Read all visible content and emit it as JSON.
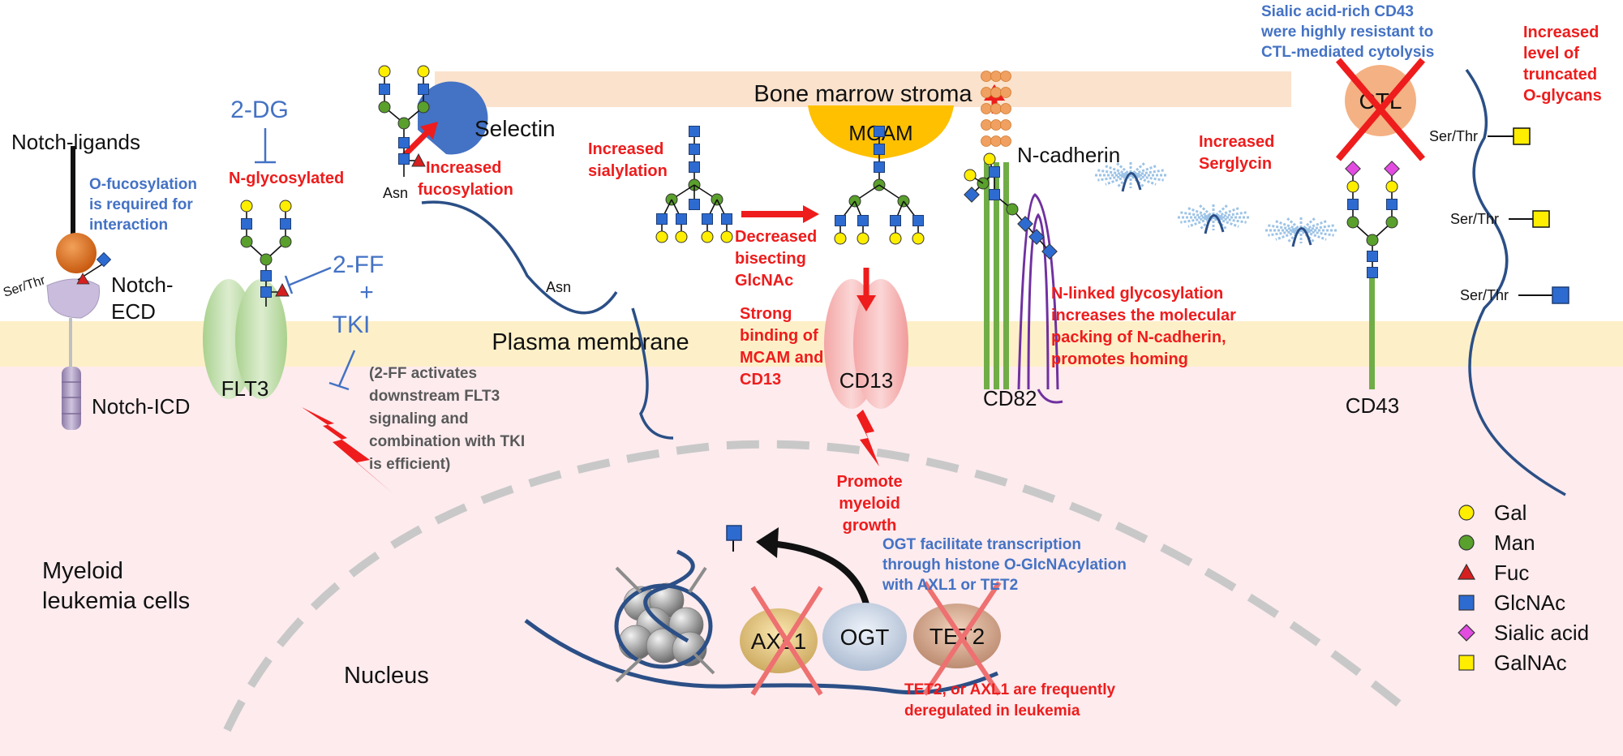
{
  "colors": {
    "gal": "#ffee00",
    "man": "#5aa02c",
    "fuc": "#d61f1f",
    "glcnac": "#2e6bd1",
    "sialic": "#e24ce0",
    "galnac": "#ffee00",
    "accent_red": "#ee1c1c",
    "accent_blue": "#4472c4",
    "membrane": "#fdf0c8",
    "cytoplasm": "#fdebee"
  },
  "regions": {
    "bone_marrow": "Bone marrow stroma",
    "plasma_membrane": "Plasma membrane",
    "cell_line1": "Myeloid",
    "cell_line2": "leukemia cells",
    "nucleus": "Nucleus"
  },
  "notch": {
    "ligands": "Notch-ligands",
    "ser_thr": "Ser/Thr",
    "ecd1": "Notch-",
    "ecd2": "ECD",
    "icd": "Notch-ICD",
    "note1": "O-fucosylation",
    "note2": "is required for",
    "note3": "interaction"
  },
  "flt3": {
    "label": "FLT3",
    "drug_2dg": "2-DG",
    "n_glyco": "N-glycosylated",
    "drug_2ff": "2-FF",
    "plus": "+",
    "tki": "TKI",
    "note": [
      "(2-FF activates",
      "downstream FLT3",
      "signaling and",
      "combination with TKI",
      "is efficient)"
    ]
  },
  "selectin": {
    "label": "Selectin",
    "asn": "Asn",
    "note1": "Increased",
    "note2": "fucosylation",
    "asn2": "Asn"
  },
  "mcam": {
    "label": "MCAM",
    "sial1": "Increased",
    "sial2": "sialylation",
    "bis1": "Decreased",
    "bis2": "bisecting",
    "bis3": "GlcNAc",
    "bind": [
      "Strong",
      "binding of",
      "MCAM and",
      "CD13"
    ],
    "cd13": "CD13",
    "growth": [
      "Promote",
      "myeloid",
      "growth"
    ]
  },
  "cadherin": {
    "label": "N-cadherin",
    "cd82": "CD82",
    "note": [
      "N-linked glycosylation",
      "increases the molecular",
      "packing of N-cadherin,",
      "promotes homing"
    ],
    "serglycin1": "Increased",
    "serglycin2": "Serglycin"
  },
  "cd43": {
    "label": "CD43",
    "ctl": "CTL",
    "note": [
      "Sialic acid-rich CD43",
      "were highly resistant to",
      "CTL-mediated cytolysis"
    ],
    "trunc": [
      "Increased",
      "level of",
      "truncated",
      "O-glycans"
    ],
    "ser_thr": "Ser/Thr"
  },
  "nuclear": {
    "axl1": "AXL1",
    "ogt": "OGT",
    "tet2": "TET2",
    "ogt_note": [
      "OGT facilitate transcription",
      "through histone O-GlcNAcylation",
      "with AXL1 or TET2"
    ],
    "dereg": [
      "TET2, or AXL1 are frequently",
      "deregulated in leukemia"
    ]
  },
  "legend": {
    "items": [
      {
        "label": "Gal",
        "shape": "circle",
        "color": "#ffee00"
      },
      {
        "label": "Man",
        "shape": "circle",
        "color": "#5aa02c"
      },
      {
        "label": "Fuc",
        "shape": "triangle",
        "color": "#d61f1f"
      },
      {
        "label": "GlcNAc",
        "shape": "square",
        "color": "#2e6bd1"
      },
      {
        "label": "Sialic acid",
        "shape": "diamond",
        "color": "#e24ce0"
      },
      {
        "label": "GalNAc",
        "shape": "square",
        "color": "#ffee00"
      }
    ]
  }
}
